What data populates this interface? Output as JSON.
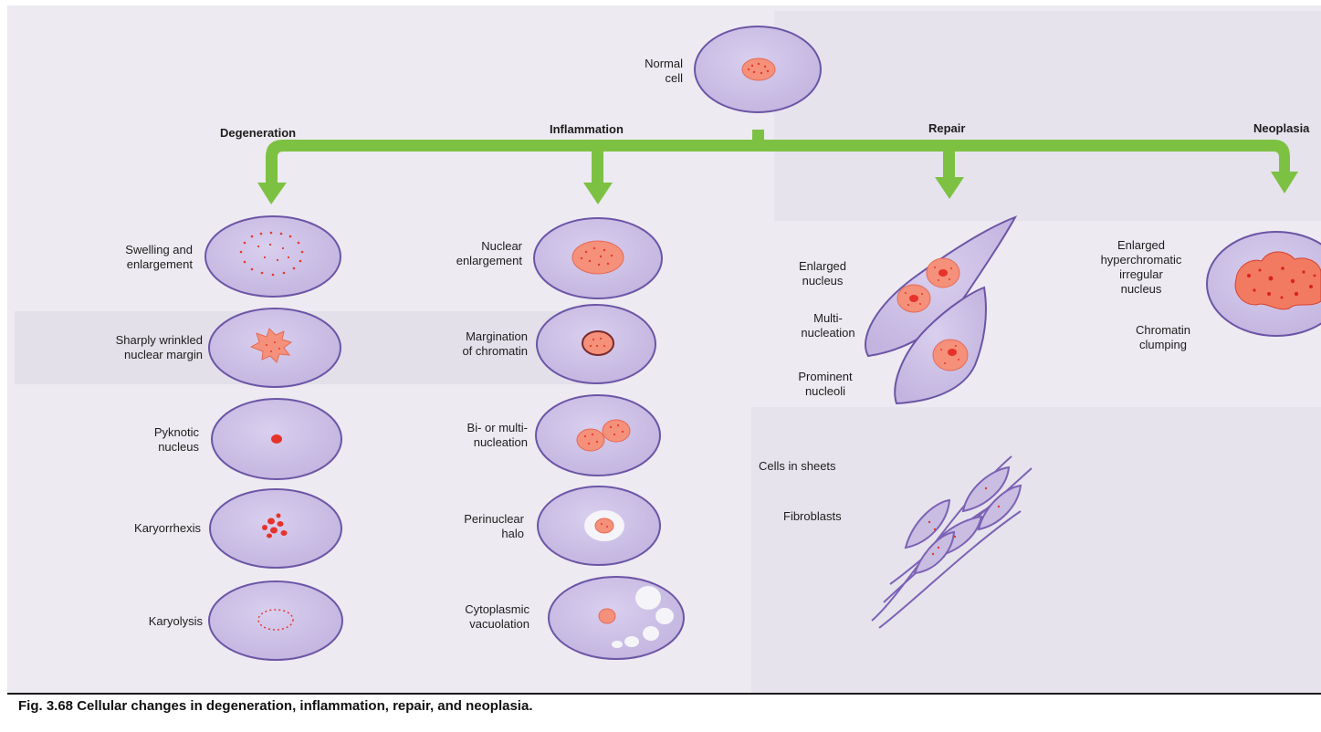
{
  "figure": {
    "caption": "Fig. 3.68 Cellular changes in degeneration, inflammation, repair, and neoplasia.",
    "normal_cell": "Normal\ncell",
    "categories": [
      {
        "key": "degeneration",
        "title": "Degeneration"
      },
      {
        "key": "inflammation",
        "title": "Inflammation"
      },
      {
        "key": "repair",
        "title": "Repair"
      },
      {
        "key": "neoplasia",
        "title": "Neoplasia"
      }
    ],
    "degeneration": [
      "Swelling and\nenlargement",
      "Sharply wrinkled\nnuclear margin",
      "Pyknotic\nnucleus",
      "Karyorrhexis",
      "Karyolysis"
    ],
    "inflammation": [
      "Nuclear\nenlargement",
      "Margination\nof chromatin",
      "Bi- or multi-\nnucleation",
      "Perinuclear\nhalo",
      "Cytoplasmic\nvacuolation"
    ],
    "repair": [
      "Enlarged\nnucleus",
      "Multi-\nnucleation",
      "Prominent\nnucleoli",
      "Cells in sheets",
      "Fibroblasts"
    ],
    "neoplasia": [
      "Enlarged\nhyperchromatic\nirregular\nnucleus",
      "Chromatin\nclumping"
    ]
  },
  "colors": {
    "cell_fill": "#c9bde2",
    "cell_stroke": "#6c55a6",
    "nucleus_fill": "#f5907a",
    "nucleus_dots": "#e23a2a",
    "arrow": "#7dc142",
    "fibroblast": "#7c62b5"
  }
}
